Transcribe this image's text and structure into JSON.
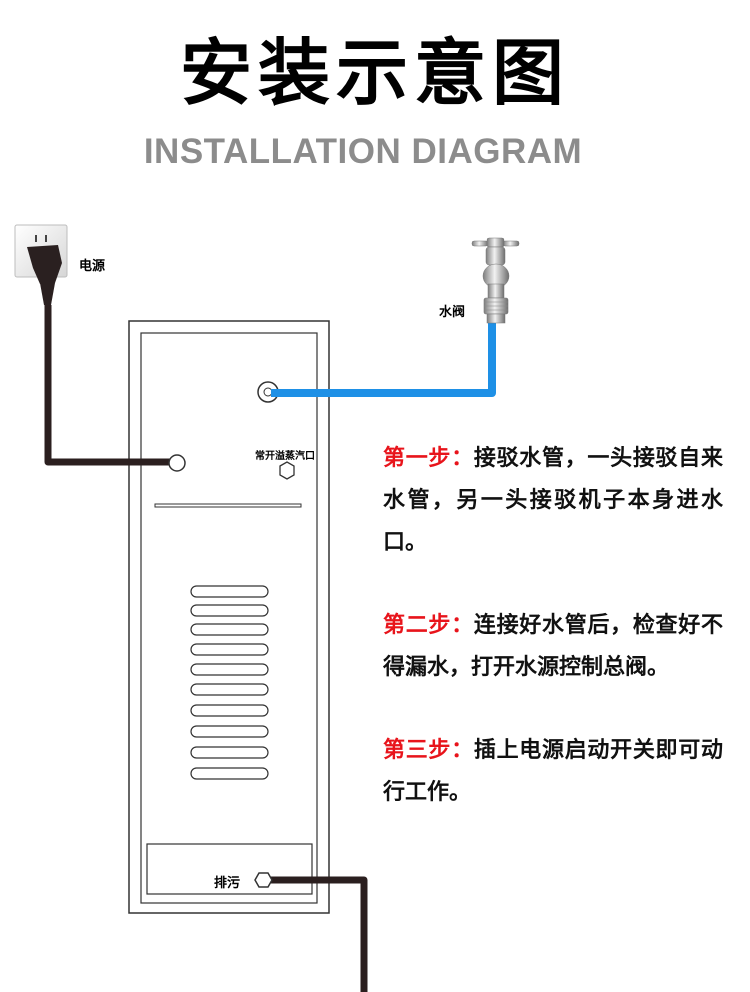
{
  "header": {
    "title": "安装示意图",
    "subtitle": "INSTALLATION DIAGRAM"
  },
  "labels": {
    "power": "电源",
    "water_valve": "水阀",
    "steam_outlet": "常开溢蒸汽口",
    "drain": "排污"
  },
  "steps": [
    {
      "label": "第一步：",
      "text": "接驳水管，一头接驳自来水管，另一头接驳机子本身进水口。"
    },
    {
      "label": "第二步：",
      "text": "连接好水管后，检查好不得漏水，打开水源控制总阀。"
    },
    {
      "label": "第三步：",
      "text": "插上电源启动开关即可动行工作。"
    }
  ],
  "colors": {
    "step_label": "#e8141b",
    "water_pipe": "#1e90e6",
    "power_cable": "#2b1f1f",
    "subtitle": "#8c8c8c"
  }
}
